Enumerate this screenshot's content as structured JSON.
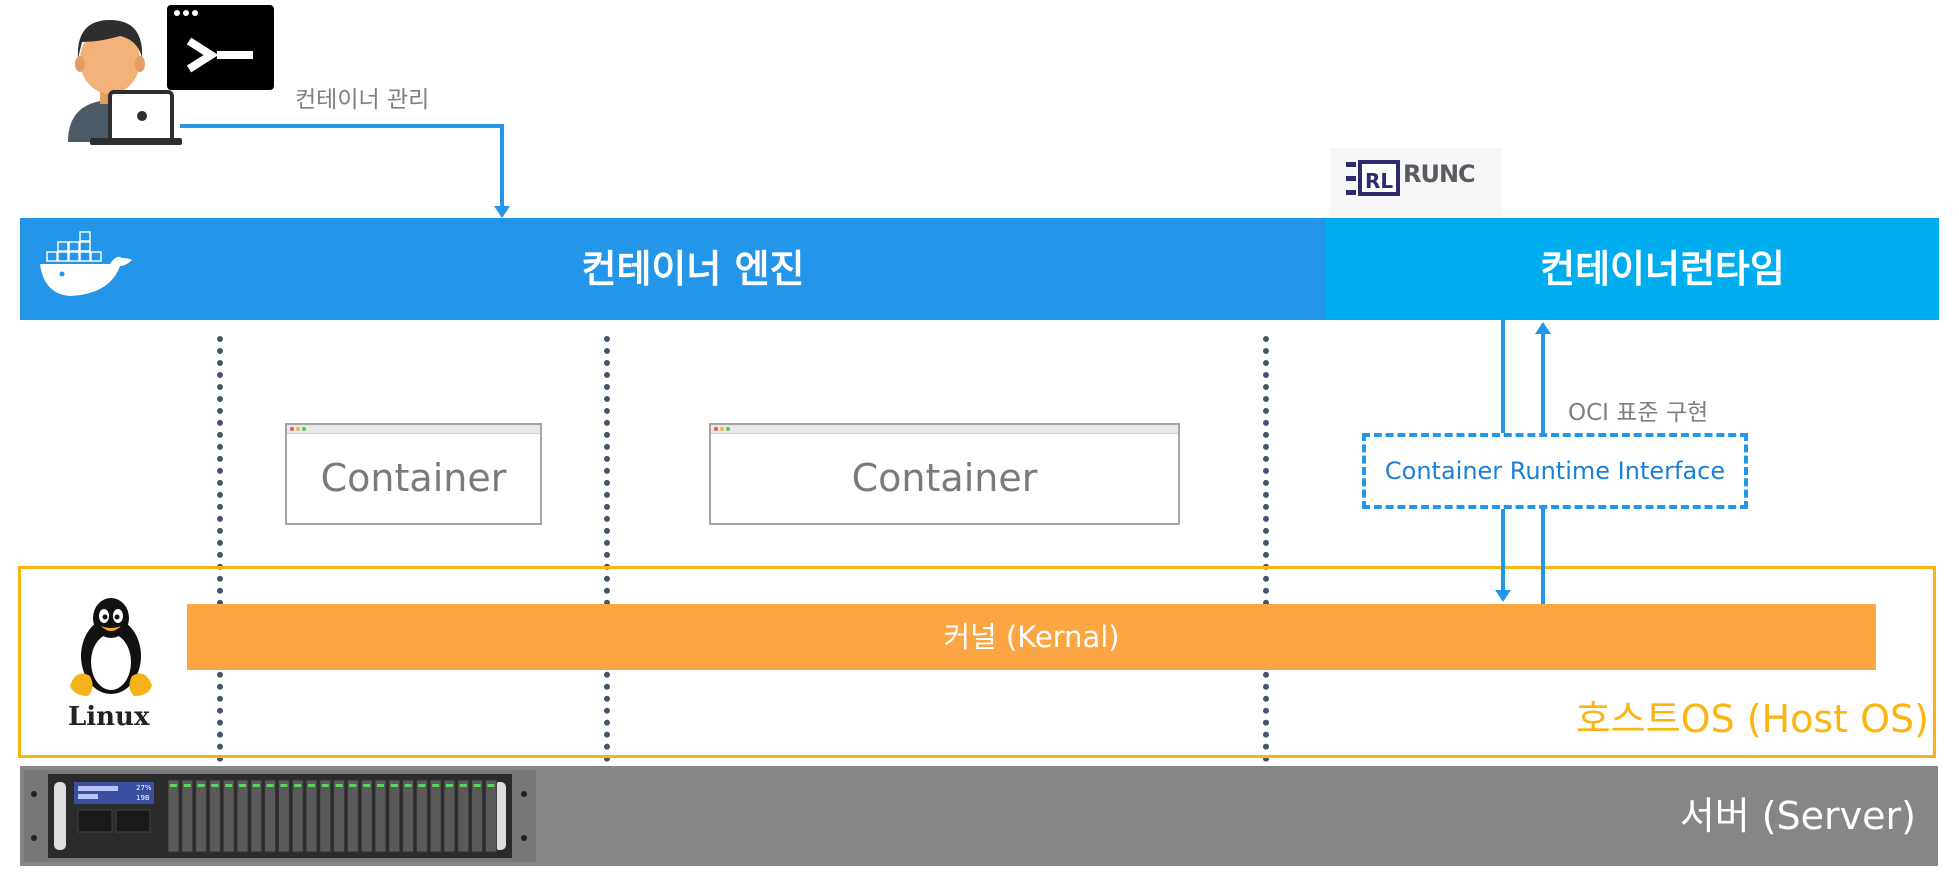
{
  "labels": {
    "manage": "컨테이너 관리",
    "engine": "컨테이너 엔진",
    "runtime": "컨테이너런타임",
    "runc": "RUNC",
    "oci": "OCI 표준 구현",
    "cri": "Container Runtime Interface",
    "kernel": "커널 (Kernal)",
    "host": "호스트OS (Host OS)",
    "server": "서버 (Server)",
    "linux": "Linux",
    "server_display_top": "27%",
    "server_display_bottom": "19B"
  },
  "containers": [
    {
      "label": "Container"
    },
    {
      "label": "Container"
    }
  ],
  "colors": {
    "engine": "#2396ea",
    "runtime": "#00adef",
    "kernel": "#fba543",
    "host_border": "#fbb512",
    "server": "#868686",
    "arrow": "#2396ea",
    "dotted_divider": "#44546a"
  },
  "icons": [
    "user-laptop-icon",
    "terminal-icon",
    "docker-whale-icon",
    "runc-logo-icon",
    "linux-tux-icon",
    "server-rack-icon"
  ]
}
